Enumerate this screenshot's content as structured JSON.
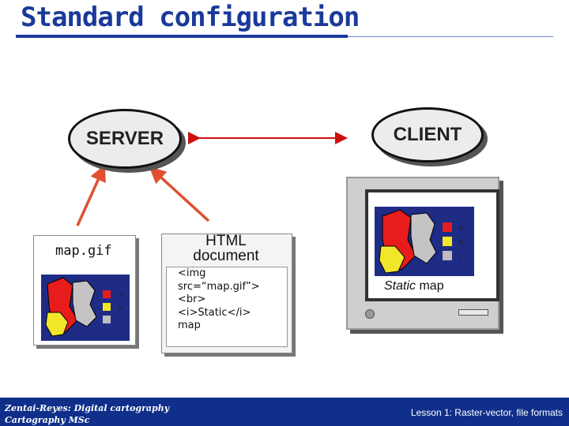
{
  "slide": {
    "title": "Standard configuration",
    "server_label": "SERVER",
    "client_label": "CLIENT",
    "gif_label": "map.gif",
    "html_label": [
      "HTML",
      "document"
    ],
    "html_code": [
      "<img",
      "src=“map.gif”>",
      "<br>",
      "<i>Static</i>",
      "map"
    ],
    "static_caption_italic": "Static",
    "static_caption_rest": " map",
    "legend_letters": [
      "a",
      "b",
      "c"
    ]
  },
  "footer": {
    "left_line1": "Zentai-Reyes: Digital cartography",
    "left_line2": "Cartography MSc",
    "right": "Lesson 1: Raster-vector, file formats"
  },
  "colors": {
    "title": "#1a3a9a",
    "footer": "#0f2f8a",
    "arrow": "#e05030",
    "arrow_double": "#cc1111",
    "map_bg": "#1f2c86"
  }
}
